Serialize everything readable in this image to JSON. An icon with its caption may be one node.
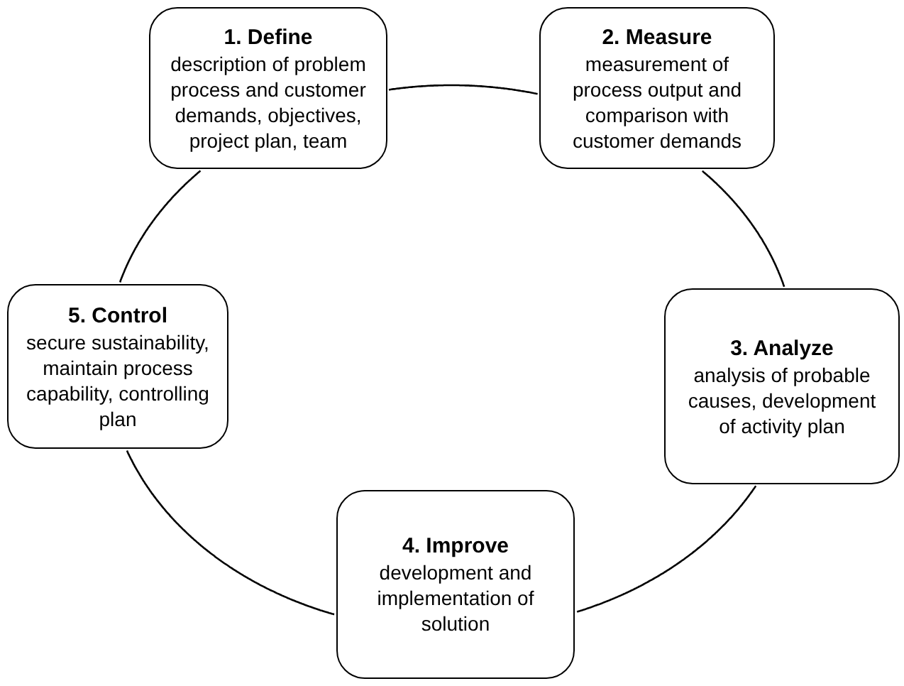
{
  "diagram": {
    "nodes": [
      {
        "text": [
          "1. Define",
          "description of problem process and customer demands, objectives, project plan, team"
        ]
      },
      {
        "text": [
          "2. Measure",
          "measurement of process output and comparison with customer demands"
        ]
      },
      {
        "text": [
          "3. Analyze",
          "analysis of probable causes, development of activity plan"
        ]
      },
      {
        "text": [
          "4. Improve",
          "development and implementation of solution"
        ]
      },
      {
        "text": [
          "5. Control",
          "secure sustainability, maintain process capability, controlling plan"
        ]
      }
    ],
    "edges": [
      {
        "from": 0,
        "to": 1,
        "arrow": "none"
      },
      {
        "from": 1,
        "to": 2,
        "arrow": "none"
      },
      {
        "from": 2,
        "to": 3,
        "arrow": "none"
      },
      {
        "from": 3,
        "to": 4,
        "arrow": "none"
      },
      {
        "from": 4,
        "to": 0,
        "arrow": "none"
      }
    ]
  }
}
